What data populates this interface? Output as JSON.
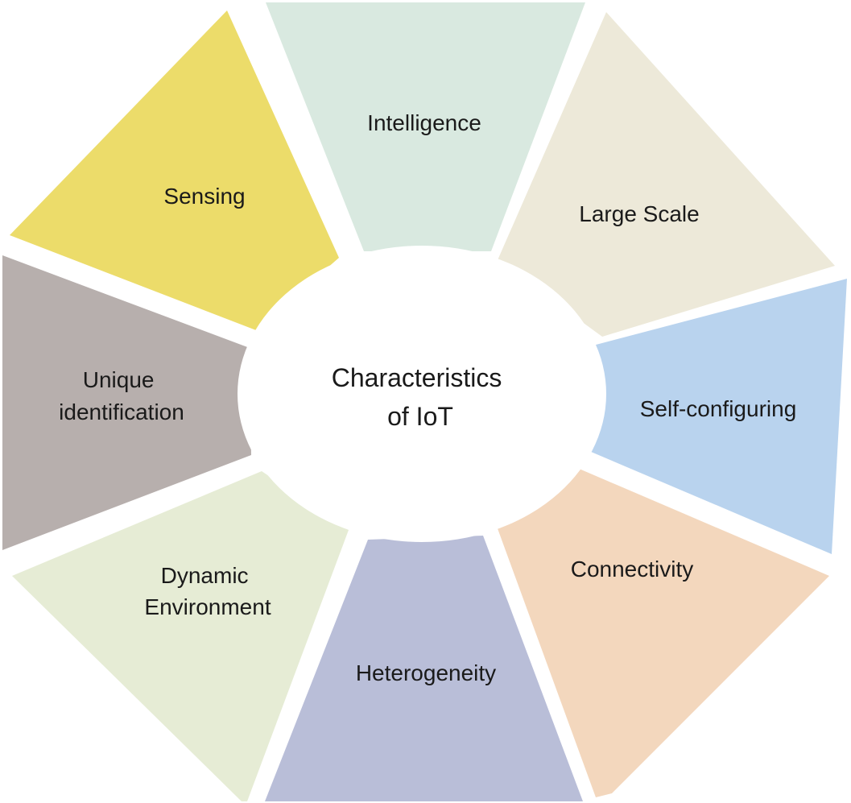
{
  "center": {
    "line1": "Characteristics",
    "line2": "of IoT"
  },
  "segments": [
    {
      "id": "intelligence",
      "lines": [
        "Intelligence"
      ],
      "color": "#d9e9e0"
    },
    {
      "id": "large-scale",
      "lines": [
        "Large Scale"
      ],
      "color": "#ede9d9"
    },
    {
      "id": "self-configuring",
      "lines": [
        "Self-configuring"
      ],
      "color": "#b9d3ee"
    },
    {
      "id": "connectivity",
      "lines": [
        "Connectivity"
      ],
      "color": "#f3d7bd"
    },
    {
      "id": "heterogeneity",
      "lines": [
        "Heterogeneity"
      ],
      "color": "#b9bed8"
    },
    {
      "id": "dynamic-environment",
      "lines": [
        "Dynamic",
        "Environment"
      ],
      "color": "#e6ecd5"
    },
    {
      "id": "unique-identification",
      "lines": [
        "Unique",
        "identification"
      ],
      "color": "#b7afad"
    },
    {
      "id": "sensing",
      "lines": [
        "Sensing"
      ],
      "color": "#ecdc6a"
    }
  ]
}
